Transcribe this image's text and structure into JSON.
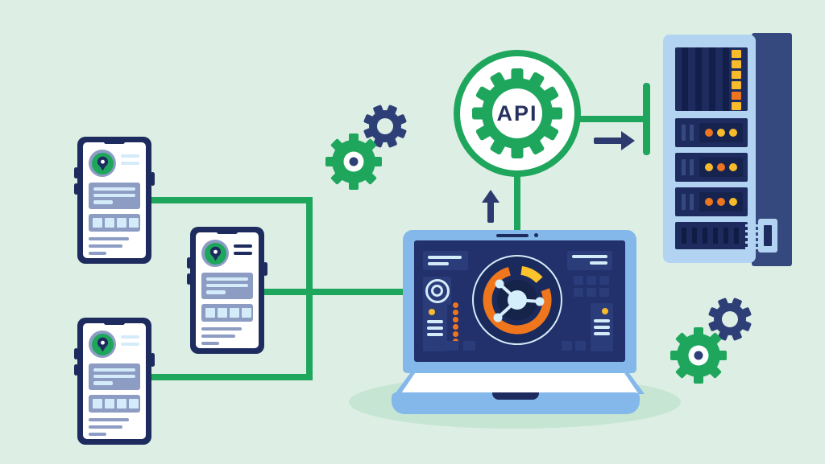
{
  "api_hub": {
    "label": "API"
  },
  "colors": {
    "background": "#ddefe4",
    "ground_shadow": "#c6e5d3",
    "connector_green": "#1ea65c",
    "device_navy": "#1d2b5e",
    "gear_navy": "#2e3f77",
    "panel_navy": "#2b3c7a",
    "screen_navy": "#22306b",
    "laptop_blue": "#84b8eb",
    "server_blue": "#b2d4f2",
    "server_slab_blue": "#36497f",
    "pale_blue": "#d4ecf9",
    "card_blue_gray": "#8c9cc3",
    "orange": "#ee7520",
    "yellow": "#f7bb2b",
    "arrow_navy": "#2d3a70"
  },
  "phones": [
    {
      "name": "phone-top",
      "header_lines": "#d4ecf9"
    },
    {
      "name": "phone-middle",
      "header_lines": "#1d2b5e"
    },
    {
      "name": "phone-bottom",
      "header_lines": "#d4ecf9"
    }
  ],
  "server": {
    "indicator_column": [
      "#f7bb2b",
      "#f7bb2b",
      "#f7bb2b",
      "#f7bb2b",
      "#ee7520",
      "#f7bb2b"
    ],
    "led_rows": [
      {
        "leds": [
          "#ee7520",
          "#f7bb2b",
          "#f7bb2b"
        ]
      },
      {
        "leds": [
          "#f7bb2b",
          "#ee7520",
          "#f7bb2b"
        ]
      },
      {
        "leds": [
          "#ee7520",
          "#ee7520",
          "#f7bb2b"
        ]
      }
    ]
  },
  "laptop_dial": {
    "arc_main": "#f0761d",
    "arc_segment": "#fdc32c"
  }
}
